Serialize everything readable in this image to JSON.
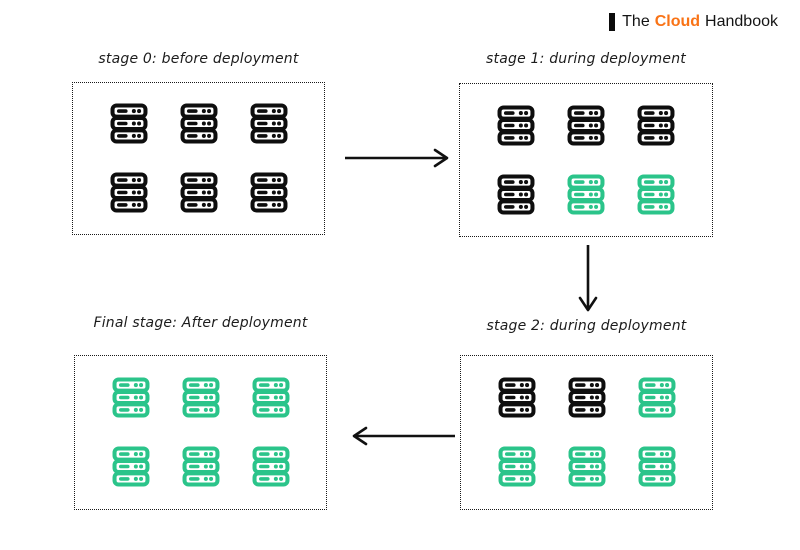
{
  "brand": {
    "prefix": "The",
    "highlight": "Cloud",
    "suffix": "Handbook",
    "accent_color": "#F97316"
  },
  "colors": {
    "old": "#0e0e0e",
    "new": "#2BC48A"
  },
  "icons": {
    "server": "server-rack-icon",
    "brand_bar": "brand-bar-icon",
    "arrow_right": "arrow-right-icon",
    "arrow_down": "arrow-down-icon",
    "arrow_left": "arrow-left-icon"
  },
  "stages": [
    {
      "title": "stage 0: before deployment",
      "servers": [
        "old",
        "old",
        "old",
        "old",
        "old",
        "old"
      ]
    },
    {
      "title": "stage 1: during deployment",
      "servers": [
        "old",
        "old",
        "old",
        "old",
        "new",
        "new"
      ]
    },
    {
      "title": "stage 2: during deployment",
      "servers": [
        "old",
        "old",
        "new",
        "new",
        "new",
        "new"
      ]
    },
    {
      "title": "Final stage: After deployment",
      "servers": [
        "new",
        "new",
        "new",
        "new",
        "new",
        "new"
      ]
    }
  ]
}
